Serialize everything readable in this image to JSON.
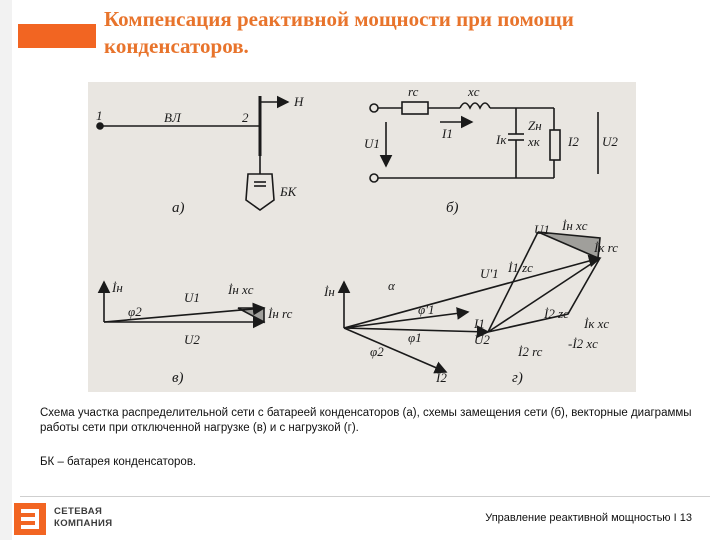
{
  "title": "Компенсация реактивной мощности при помощи конденсаторов.",
  "figure_labels": {
    "node1": "1",
    "node2": "2",
    "line": "ВЛ",
    "load": "Н",
    "bank": "БК",
    "fig_a": "а)",
    "fig_b": "б)",
    "fig_v": "в)",
    "fig_g": "г)",
    "rc": "rc",
    "xc": "xc",
    "U1": "U1",
    "U2": "U2",
    "I1": "I1",
    "I2": "I2",
    "Ik": "Iк",
    "Zn": "Zн",
    "xk": "xк",
    "In": "İн",
    "U1p": "U'1",
    "phi1": "φ1",
    "phi1p": "φ'1",
    "phi2": "φ2",
    "alpha": "α",
    "Inxc": "İн xc",
    "Inrc": "İн rc",
    "Ikrc": "İк rc",
    "Ikxc": "İк xc",
    "I1zc": "İ1 zc",
    "I2zc": "İ2 zc",
    "I2xc": "-İ2 xc",
    "I2rc": "İ2 rc"
  },
  "caption": "Схема участка распределительной сети с батареей конденсаторов (а), схемы  замещения сети  (б), векторные диаграммы  работы  сети при отключенной нагрузке (в) и с нагрузкой (г).",
  "note": "БК – батарея конденсаторов.",
  "logo": {
    "line1": "СЕТЕВАЯ",
    "line2": "КОМПАНИЯ"
  },
  "footer": {
    "section": "Управление реактивной мощностью",
    "separator": "I",
    "page": "13"
  },
  "colors": {
    "accent": "#f26522",
    "title": "#e8742c",
    "figure_bg": "#e9e6e1"
  }
}
